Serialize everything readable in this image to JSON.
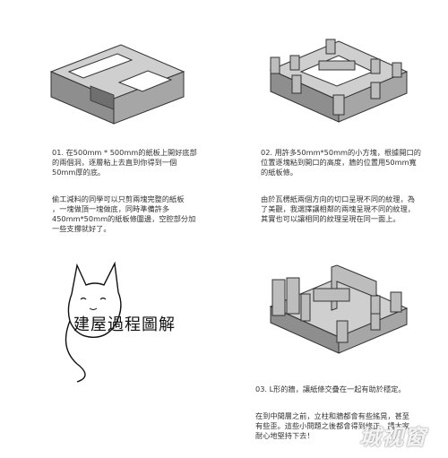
{
  "steps": [
    {
      "paragraphs": [
        "01.  在500mm * 500mm的紙板上開好底部\n的兩個洞，逐層粘上去直到你得到一個\n50mm厚的底。",
        "偷工減料的同學可以只剪兩塊完整的紙板\n，一塊做頂一塊做底，同時準備許多\n450mm*50mm的紙板條圍邊，空腔部分加\n一些支撐就好了。"
      ]
    },
    {
      "paragraphs": [
        "02.  用許多50mm*50mm的小方塊，根據開口的\n位置逐塊粘到開口的高度，牆的位置用50mm寬\n的紙板條。",
        "由於瓦楞紙兩個方向的切口呈現不同的紋理，為\n了美觀，我選擇讓相鄰的兩塊呈現不同的紋理，\n其實也可以讓相同的紋理呈現在同一面上。"
      ]
    },
    {
      "paragraphs": [
        "03.  L形的牆，讓紙條交疊在一起有助於穩定。",
        "在到中間層之前，立柱和牆都會有些搖晃，甚至\n有些歪。這些小問題之後都會得到修正，請大家\n耐心地堅持下去！"
      ]
    }
  ],
  "title": "建屋過程圖解",
  "watermark": "城视窗"
}
